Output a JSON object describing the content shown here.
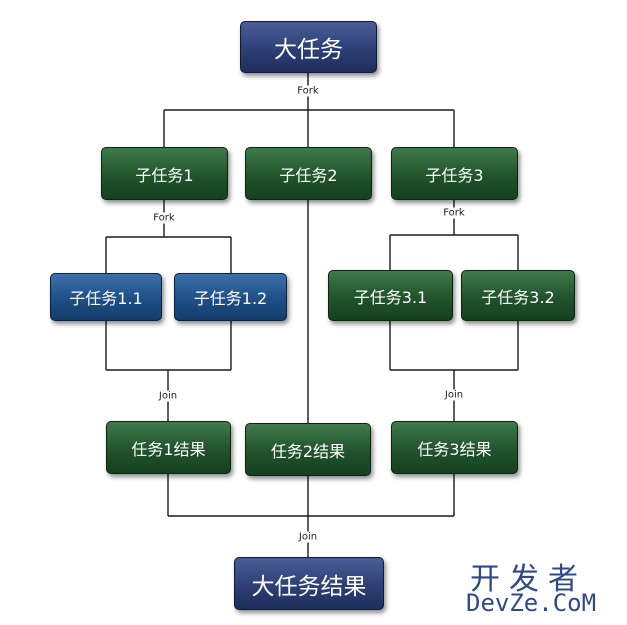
{
  "nodes": {
    "big_task": "大任务",
    "subtask_1": "子任务1",
    "subtask_2": "子任务2",
    "subtask_3": "子任务3",
    "subtask_1_1": "子任务1.1",
    "subtask_1_2": "子任务1.2",
    "subtask_3_1": "子任务3.1",
    "subtask_3_2": "子任务3.2",
    "result_1": "任务1结果",
    "result_2": "任务2结果",
    "result_3": "任务3结果",
    "big_result": "大任务结果"
  },
  "edge_labels": {
    "fork_top": "Fork",
    "fork_1": "Fork",
    "fork_3": "Fork",
    "join_1": "Join",
    "join_3": "Join",
    "join_bottom": "Join"
  },
  "watermark": {
    "chinese": "开发者",
    "english": "DevZe.CoM"
  },
  "colors": {
    "green_node": "#21532c",
    "blue_node": "#1e4f86",
    "navy_node": "#2d3f76",
    "watermark": "#2f4a8a"
  }
}
